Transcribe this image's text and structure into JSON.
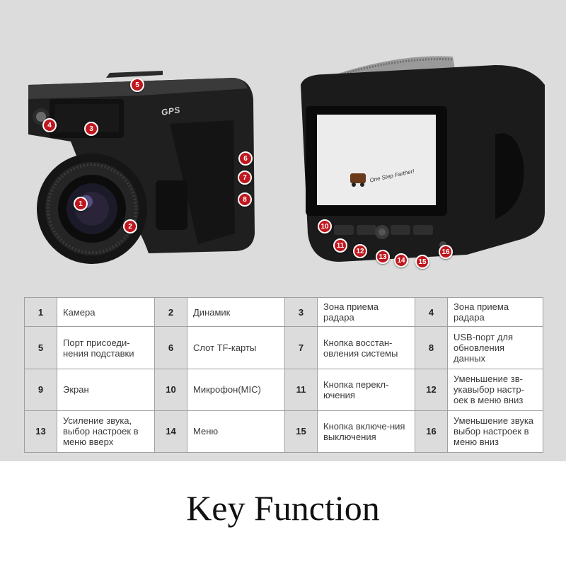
{
  "device_screen_text": "One Step Farther!",
  "device_logo_text": "GPS",
  "callouts": [
    "1",
    "2",
    "3",
    "4",
    "5",
    "6",
    "7",
    "8",
    "10",
    "11",
    "12",
    "13",
    "14",
    "15",
    "16"
  ],
  "legend": [
    [
      {
        "n": "1",
        "t": "Камера"
      },
      {
        "n": "2",
        "t": "Динамик"
      },
      {
        "n": "3",
        "t": "Зона приема радара"
      },
      {
        "n": "4",
        "t": "Зона приема радара"
      }
    ],
    [
      {
        "n": "5",
        "t": "Порт присоеди-нения подставки"
      },
      {
        "n": "6",
        "t": "Слот TF-карты"
      },
      {
        "n": "7",
        "t": "Кнопка восстан-овления системы"
      },
      {
        "n": "8",
        "t": "USB-порт для обновления данных"
      }
    ],
    [
      {
        "n": "9",
        "t": "Экран"
      },
      {
        "n": "10",
        "t": "Микрофон(MIC)"
      },
      {
        "n": "11",
        "t": "Кнопка перекл-ючения"
      },
      {
        "n": "12",
        "t": "Уменьшение зв-укавыбор настр-оек в меню вниз"
      }
    ],
    [
      {
        "n": "13",
        "t": "Усиление звука, выбор настроек в меню вверх"
      },
      {
        "n": "14",
        "t": "Меню"
      },
      {
        "n": "15",
        "t": "Кнопка включе-ния выключения"
      },
      {
        "n": "16",
        "t": "Уменьшение звука выбор настроек в меню вниз"
      }
    ]
  ],
  "caption": "Key Function"
}
